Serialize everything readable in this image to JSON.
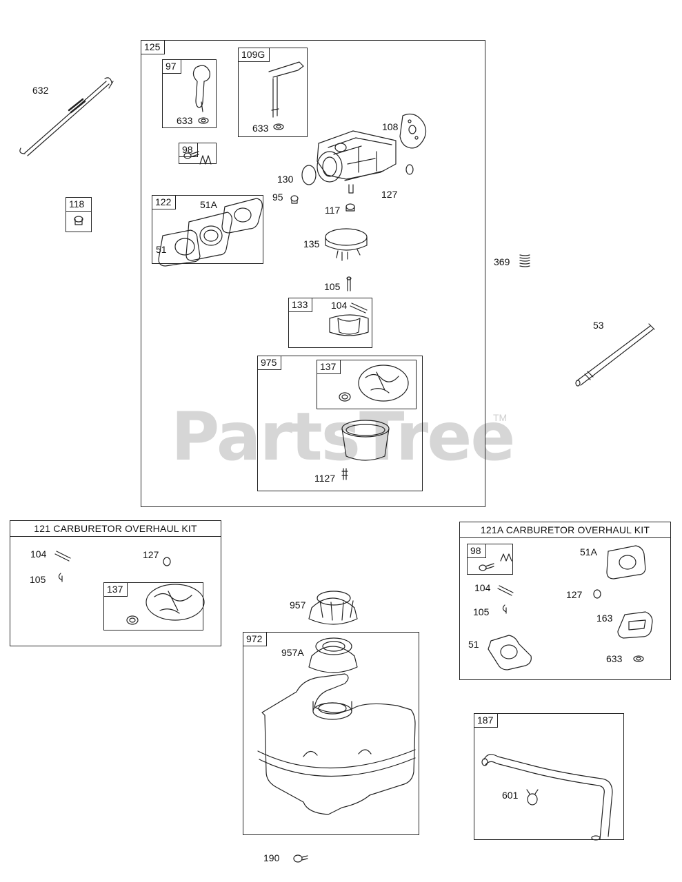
{
  "watermark": {
    "text": "PartsTree",
    "tm": "TM"
  },
  "labels": {
    "l632": "632",
    "l118": "118",
    "l369": "369",
    "l53": "53",
    "g125": "125",
    "g97": "97",
    "l633a": "633",
    "g109g": "109G",
    "l633b": "633",
    "g98": "98",
    "l108": "108",
    "l130": "130",
    "l95": "95",
    "l117": "117",
    "l127": "127",
    "g122": "122",
    "l51a": "51A",
    "l51": "51",
    "l135": "135",
    "l105": "105",
    "g133": "133",
    "l104": "104",
    "g975": "975",
    "g137": "137",
    "l1127": "1127",
    "l957": "957",
    "g972": "972",
    "l957a": "957A",
    "l190": "190"
  },
  "kit121": {
    "title": "121 CARBURETOR OVERHAUL KIT",
    "l104": "104",
    "l127": "127",
    "l105": "105",
    "g137": "137"
  },
  "kit121a": {
    "title": "121A CARBURETOR OVERHAUL KIT",
    "g98": "98",
    "l51a": "51A",
    "l104": "104",
    "l127": "127",
    "l105": "105",
    "l163": "163",
    "l51": "51",
    "l633": "633"
  },
  "group187": {
    "tag": "187",
    "l601": "601"
  }
}
